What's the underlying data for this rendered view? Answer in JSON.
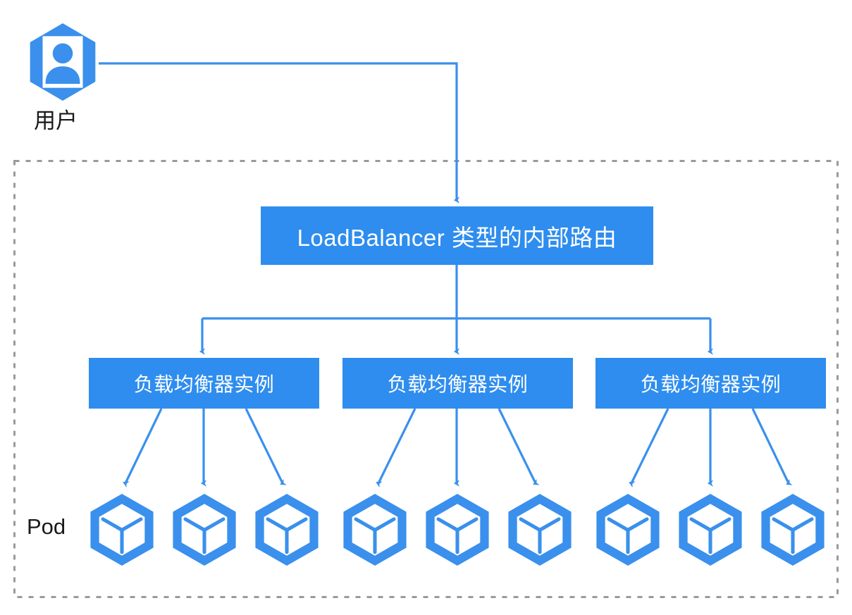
{
  "diagram": {
    "title_text": "",
    "colors": {
      "accent_blue": "#2E8DEE",
      "box_fill": "#2E8DEE",
      "box_text": "#FFFFFF",
      "connector": "#3A90EC",
      "boundary_dashed": "#9A9A9A",
      "label_text": "#1A1A1A",
      "background": "#FFFFFF"
    },
    "user": {
      "icon": "user-hexagon-icon",
      "caption": "用户"
    },
    "boundary": {
      "name": "cluster-boundary",
      "style": "dashed"
    },
    "load_balancer": {
      "label": "LoadBalancer 类型的内部路由"
    },
    "lb_instances": [
      {
        "label": "负载均衡器实例"
      },
      {
        "label": "负载均衡器实例"
      },
      {
        "label": "负载均衡器实例"
      }
    ],
    "pods": {
      "caption": "Pod",
      "icon": "pod-cube-hexagon-icon",
      "count": 9,
      "groups": [
        {
          "group": 1,
          "count": 3
        },
        {
          "group": 2,
          "count": 3
        },
        {
          "group": 3,
          "count": 3
        }
      ]
    },
    "connections": [
      {
        "from": "user",
        "to": "load-balancer",
        "style": "elbow-arrow"
      },
      {
        "from": "load-balancer",
        "to": "lb-instance-1",
        "style": "elbow-arrow"
      },
      {
        "from": "load-balancer",
        "to": "lb-instance-2",
        "style": "straight-arrow"
      },
      {
        "from": "load-balancer",
        "to": "lb-instance-3",
        "style": "elbow-arrow"
      },
      {
        "from": "lb-instance-1",
        "to": "pod-1",
        "style": "straight-arrow"
      },
      {
        "from": "lb-instance-1",
        "to": "pod-2",
        "style": "straight-arrow"
      },
      {
        "from": "lb-instance-1",
        "to": "pod-3",
        "style": "straight-arrow"
      },
      {
        "from": "lb-instance-2",
        "to": "pod-4",
        "style": "straight-arrow"
      },
      {
        "from": "lb-instance-2",
        "to": "pod-5",
        "style": "straight-arrow"
      },
      {
        "from": "lb-instance-2",
        "to": "pod-6",
        "style": "straight-arrow"
      },
      {
        "from": "lb-instance-3",
        "to": "pod-7",
        "style": "straight-arrow"
      },
      {
        "from": "lb-instance-3",
        "to": "pod-8",
        "style": "straight-arrow"
      },
      {
        "from": "lb-instance-3",
        "to": "pod-9",
        "style": "straight-arrow"
      }
    ]
  }
}
